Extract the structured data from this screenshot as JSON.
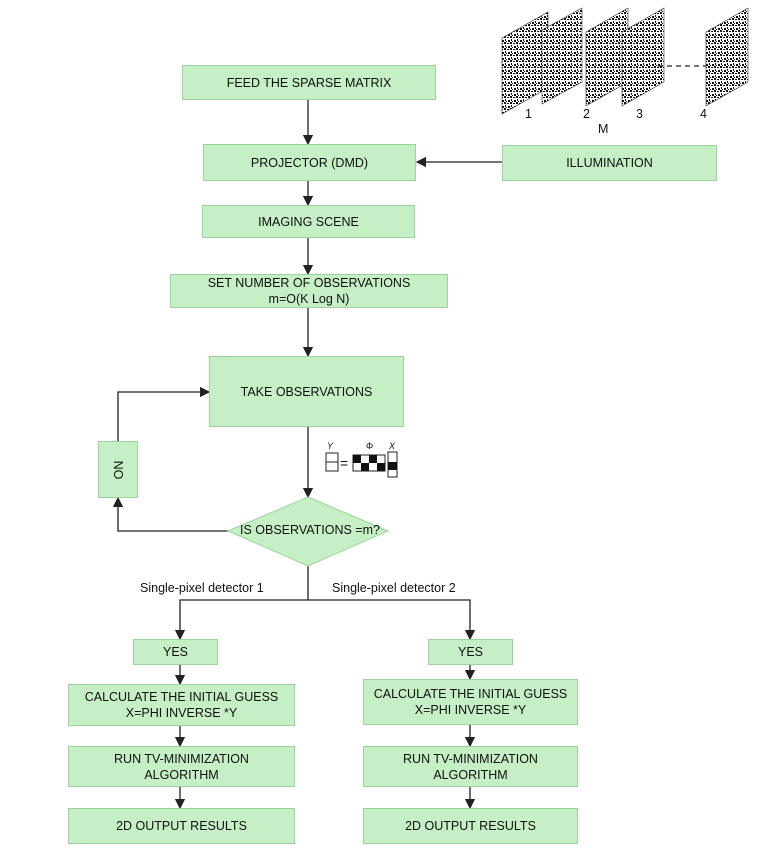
{
  "nodes": {
    "feed": "FEED THE SPARSE MATRIX",
    "projector": "PROJECTOR (DMD)",
    "illumination": "ILLUMINATION",
    "imaging": "IMAGING SCENE",
    "set_obs": "SET NUMBER OF OBSERVATIONS\nm=O(K Log N)",
    "take_obs": "TAKE OBSERVATIONS",
    "no": "NO",
    "decision": "IS OBSERVATIONS =m?",
    "yes_left": "YES",
    "yes_right": "YES",
    "guess_left": "CALCULATE THE INITIAL GUESS\nX=PHI INVERSE *Y",
    "guess_right": "CALCULATE THE INITIAL GUESS\nX=PHI INVERSE *Y",
    "tv_left": "RUN TV-MINIMIZATION\nALGORITHM",
    "tv_right": "RUN TV-MINIMIZATION\nALGORITHM",
    "out_left": "2D OUTPUT RESULTS",
    "out_right": "2D OUTPUT RESULTS"
  },
  "labels": {
    "detector1": "Single-pixel detector 1",
    "detector2": "Single-pixel detector 2"
  },
  "patterns": {
    "numbers": [
      "1",
      "2",
      "3",
      "4"
    ],
    "m_label": "M"
  },
  "equation": {
    "y": "Y",
    "eq": "=",
    "phi": "Φ",
    "x": "X"
  },
  "colors": {
    "box_fill": "#c6efc6",
    "box_border": "#9bd49b",
    "arrow": "#222222"
  }
}
